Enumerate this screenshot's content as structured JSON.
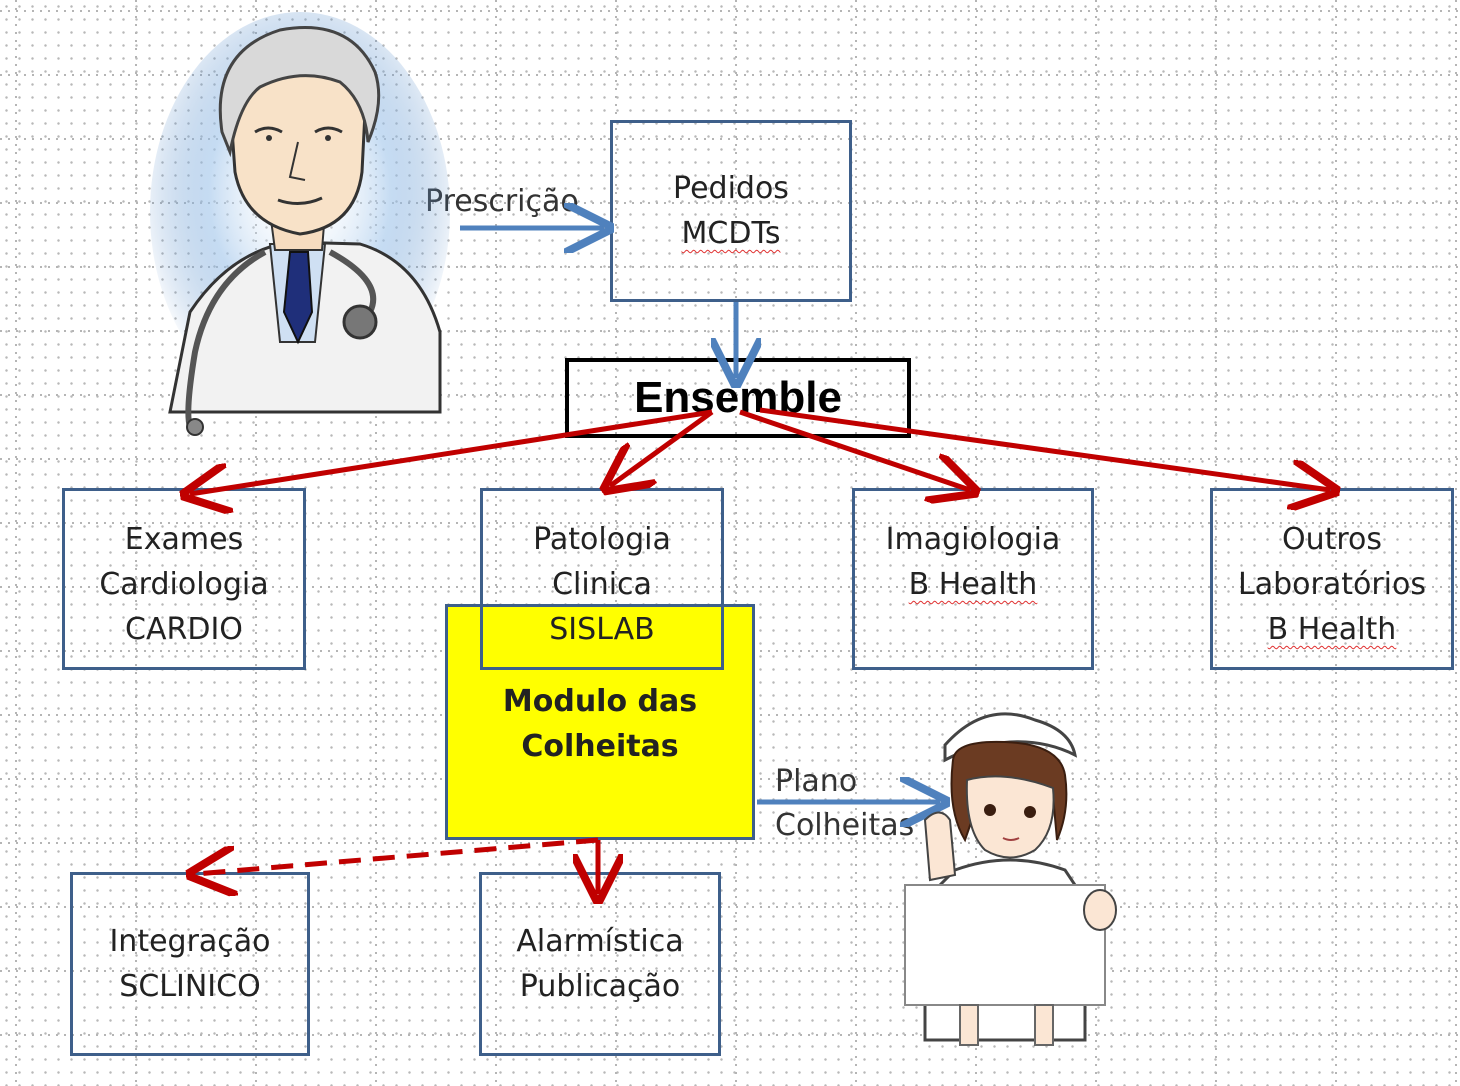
{
  "labels": {
    "prescricao": "Prescrição",
    "plano_line1": "Plano",
    "plano_line2": "Colheitas"
  },
  "boxes": {
    "pedidos": {
      "line1": "Pedidos",
      "line2": "MCDTs"
    },
    "ensemble": "Ensemble",
    "cardio": {
      "line1": "Exames",
      "line2": "Cardiologia",
      "line3": "CARDIO"
    },
    "patologia": {
      "line1": "Patologia",
      "line2": "Clinica",
      "line3": "SISLAB"
    },
    "imagiologia": {
      "line1": "Imagiologia",
      "line2": "B Health"
    },
    "outros": {
      "line1": "Outros",
      "line2": "Laboratórios",
      "line3": "B Health"
    },
    "modulo": {
      "line1": "Modulo das",
      "line2": "Colheitas"
    },
    "integracao": {
      "line1": "Integração",
      "line2": "SCLINICO"
    },
    "alarmistica": {
      "line1": "Alarmística",
      "line2": "Publicação"
    }
  },
  "colors": {
    "box_border": "#3e5f8a",
    "blue_arrow": "#4f81bd",
    "red_arrow": "#c00000",
    "highlight_fill": "#ffff00"
  },
  "icons": {
    "doctor": "doctor-illustration",
    "nurse": "nurse-illustration"
  }
}
